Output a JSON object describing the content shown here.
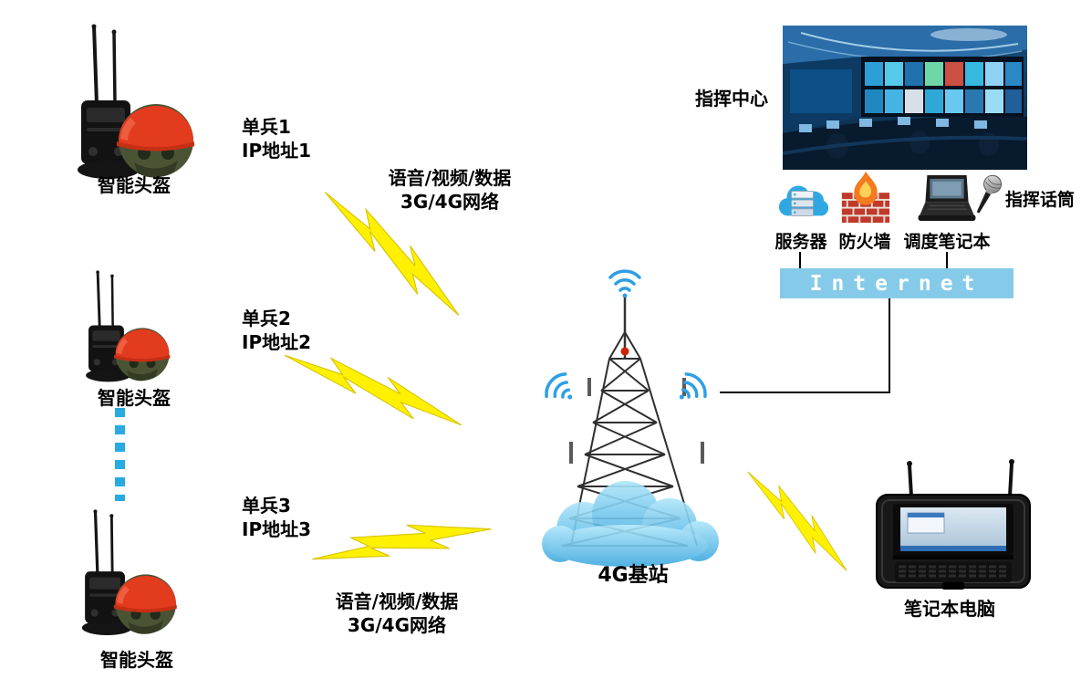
{
  "diagram": {
    "soldiers": [
      {
        "name": "单兵1",
        "ip": "IP地址1",
        "device": "智能头盔"
      },
      {
        "name": "单兵2",
        "ip": "IP地址2",
        "device": "智能头盔"
      },
      {
        "name": "单兵3",
        "ip": "IP地址3",
        "device": "智能头盔"
      }
    ],
    "links": [
      {
        "line1": "语音/视频/数据",
        "line2": "3G/4G网络"
      },
      {
        "line1": "语音/视频/数据",
        "line2": "3G/4G网络"
      }
    ],
    "base_station": {
      "label": "4G基站"
    },
    "command_center": {
      "label": "指挥中心",
      "equipment": [
        {
          "label": "服务器"
        },
        {
          "label": "防火墙"
        },
        {
          "label": "调度笔记本"
        }
      ],
      "microphone": "指挥话筒",
      "internet": "Internet"
    },
    "field_laptop": {
      "label": "笔记本电脑"
    },
    "colors": {
      "lightning": "#FFF100",
      "lightning_edge": "#D9C300",
      "dotted_link": "#29ABE2",
      "internet_bar": "#85CBE9",
      "wifi": "#2E9FE6"
    }
  }
}
